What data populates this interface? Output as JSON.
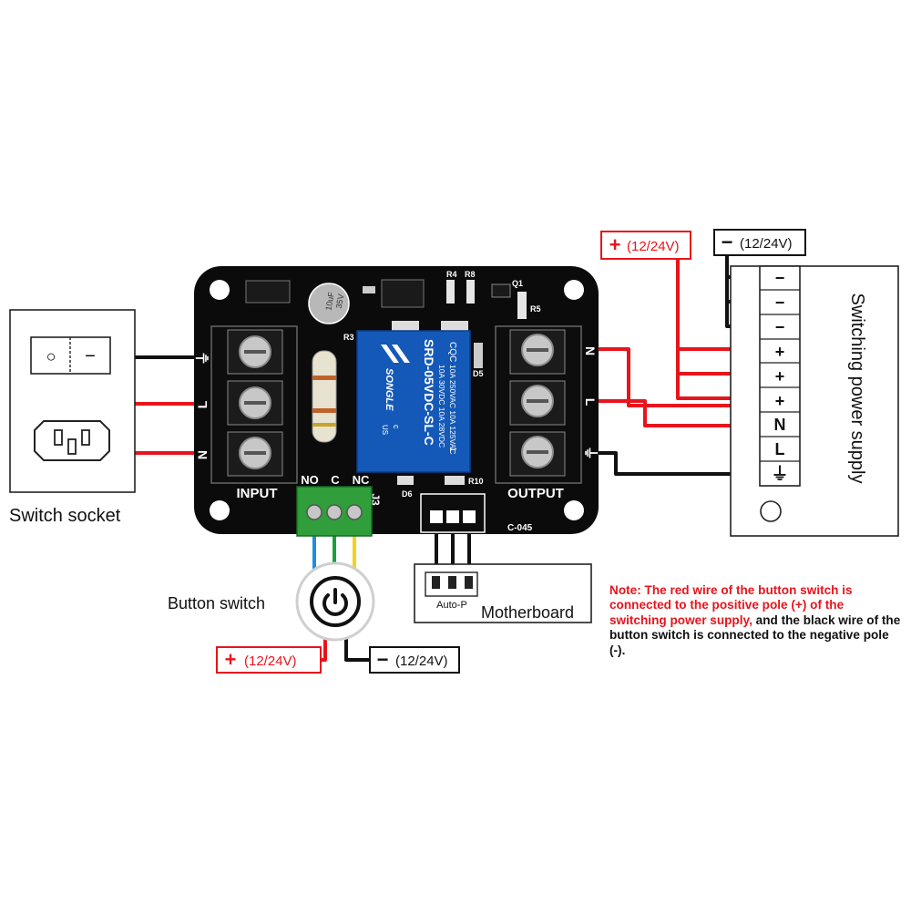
{
  "labels": {
    "switch_socket": "Switch socket",
    "button_switch": "Button switch",
    "motherboard": "Motherboard",
    "auto_p": "Auto-P",
    "switching_power_supply": "Switching power supply"
  },
  "pcb": {
    "input": "INPUT",
    "output": "OUTPUT",
    "ground_symbol": "⏚",
    "input_terminals": [
      "L",
      "N"
    ],
    "output_terminals": [
      "N",
      "L"
    ],
    "relay_terminals": [
      "NO",
      "C",
      "NC"
    ],
    "j3": "J3",
    "board_code": "C-045",
    "components": [
      "R3",
      "R4",
      "R8",
      "Q1",
      "R5",
      "D5",
      "D6",
      "R10"
    ],
    "capacitor": [
      "10uF",
      "35V"
    ],
    "relay": {
      "brand": "SONGLE",
      "lines": [
        "10A 250VAC  10A 125VAC",
        "10A 30VDC  10A 28VDC"
      ],
      "model": "SRD-05VDC-SL-C",
      "marks": [
        "CQC",
        "c",
        "US",
        "1"
      ]
    }
  },
  "psu": {
    "terminals": [
      "−",
      "−",
      "−",
      "+",
      "+",
      "+",
      "N",
      "L",
      "⏚"
    ],
    "plus_tag": {
      "sign": "+",
      "text": "(12/24V)"
    },
    "minus_tag": {
      "sign": "−",
      "text": "(12/24V)"
    }
  },
  "button_tags": {
    "plus": {
      "sign": "+",
      "text": "(12/24V)"
    },
    "minus": {
      "sign": "−",
      "text": "(12/24V)"
    }
  },
  "socket": {
    "switch_marks": [
      "○",
      "−"
    ]
  },
  "note": {
    "red_part": "Note: The red wire of the button switch is connected to the positive pole (+) of the switching power supply,",
    "black_part": " and the black wire of the button switch is connected to the negative pole (-)."
  },
  "colors": {
    "wire_red": "#e8141c",
    "wire_black": "#111111",
    "wire_blue": "#1e8fd8",
    "wire_green": "#18a13a",
    "wire_yellow": "#f2d21b",
    "pcb": "#0b0b0b",
    "relay": "#1559b8",
    "terminal_green": "#2f9e3b"
  }
}
